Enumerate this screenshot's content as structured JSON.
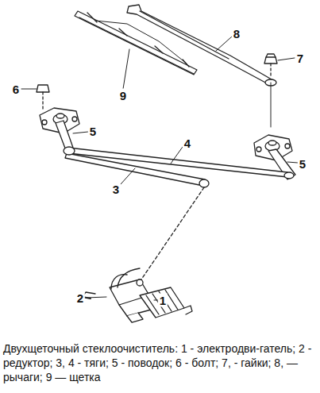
{
  "diagram": {
    "caption": "Двухщеточный стеклоочиститель: 1 - электродви-гатель; 2 - редуктор; 3, 4 - тяги; 5 - поводок; 6 - болт; 7, - гайки; 8, — рычаги; 9 — щетка",
    "labels": [
      "9",
      "8",
      "7",
      "6",
      "5",
      "4",
      "3",
      "5",
      "2",
      "1"
    ]
  }
}
